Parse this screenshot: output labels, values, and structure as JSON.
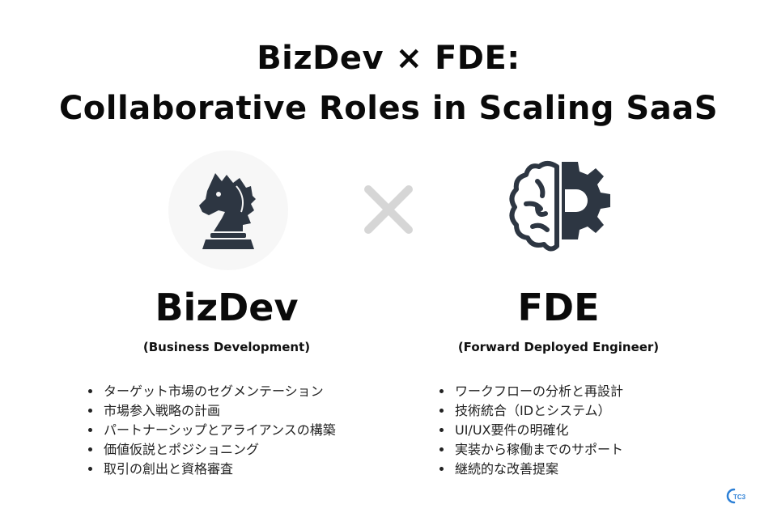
{
  "header": {
    "title_line1": "BizDev × FDE:",
    "title_line2": "Collaborative Roles in Scaling SaaS"
  },
  "left": {
    "icon": "chess-knight-icon",
    "role": "BizDev",
    "subtitle": "(Business Development)",
    "items": [
      "ターゲット市場のセグメンテーション",
      "市場参入戦略の計画",
      "パートナーシップとアライアンスの構築",
      "価値仮説とポジショニング",
      "取引の創出と資格審査"
    ]
  },
  "divider_icon": "times-icon",
  "right": {
    "icon": "brain-gear-icon",
    "role": "FDE",
    "subtitle": "(Forward Deployed Engineer)",
    "items": [
      "ワークフローの分析と再設計",
      "技術統合（IDとシステム）",
      "UI/UX要件の明確化",
      "実装から稼働までのサポート",
      "継続的な改善提案"
    ]
  },
  "logo": {
    "text": "TC3",
    "color": "#2b7fd6"
  },
  "colors": {
    "icon": "#2d3642",
    "times": "#d6d6d6"
  }
}
